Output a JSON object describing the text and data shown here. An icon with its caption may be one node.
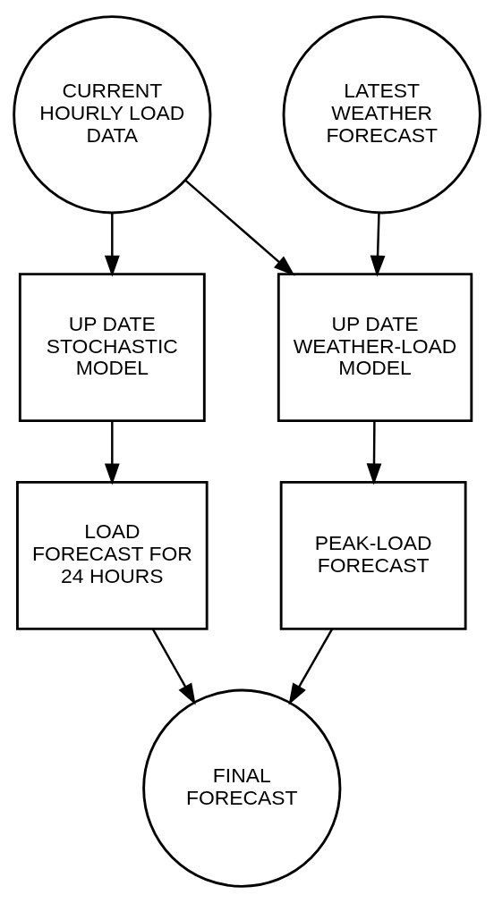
{
  "diagram": {
    "nodes": [
      {
        "text": [
          "CURRENT HOURLY LOAD DATA"
        ]
      },
      {
        "text": [
          "LATEST WEATHER FORECAST"
        ]
      },
      {
        "text": [
          "UP DATE STOCHASTIC MODEL"
        ]
      },
      {
        "text": [
          "UP DATE WEATHER-LOAD MODEL"
        ]
      },
      {
        "text": [
          "LOAD FORECAST FOR 24 HOURS"
        ]
      },
      {
        "text": [
          "PEAK-LOAD FORECAST"
        ]
      },
      {
        "text": [
          "FINAL FORECAST"
        ]
      }
    ],
    "edges": [
      {
        "from": 0,
        "to": 2,
        "arrow": "to"
      },
      {
        "from": 0,
        "to": 3,
        "arrow": "to"
      },
      {
        "from": 1,
        "to": 3,
        "arrow": "to"
      },
      {
        "from": 2,
        "to": 4,
        "arrow": "to"
      },
      {
        "from": 3,
        "to": 5,
        "arrow": "to"
      },
      {
        "from": 4,
        "to": 6,
        "arrow": "to"
      },
      {
        "from": 5,
        "to": 6,
        "arrow": "to"
      }
    ]
  }
}
